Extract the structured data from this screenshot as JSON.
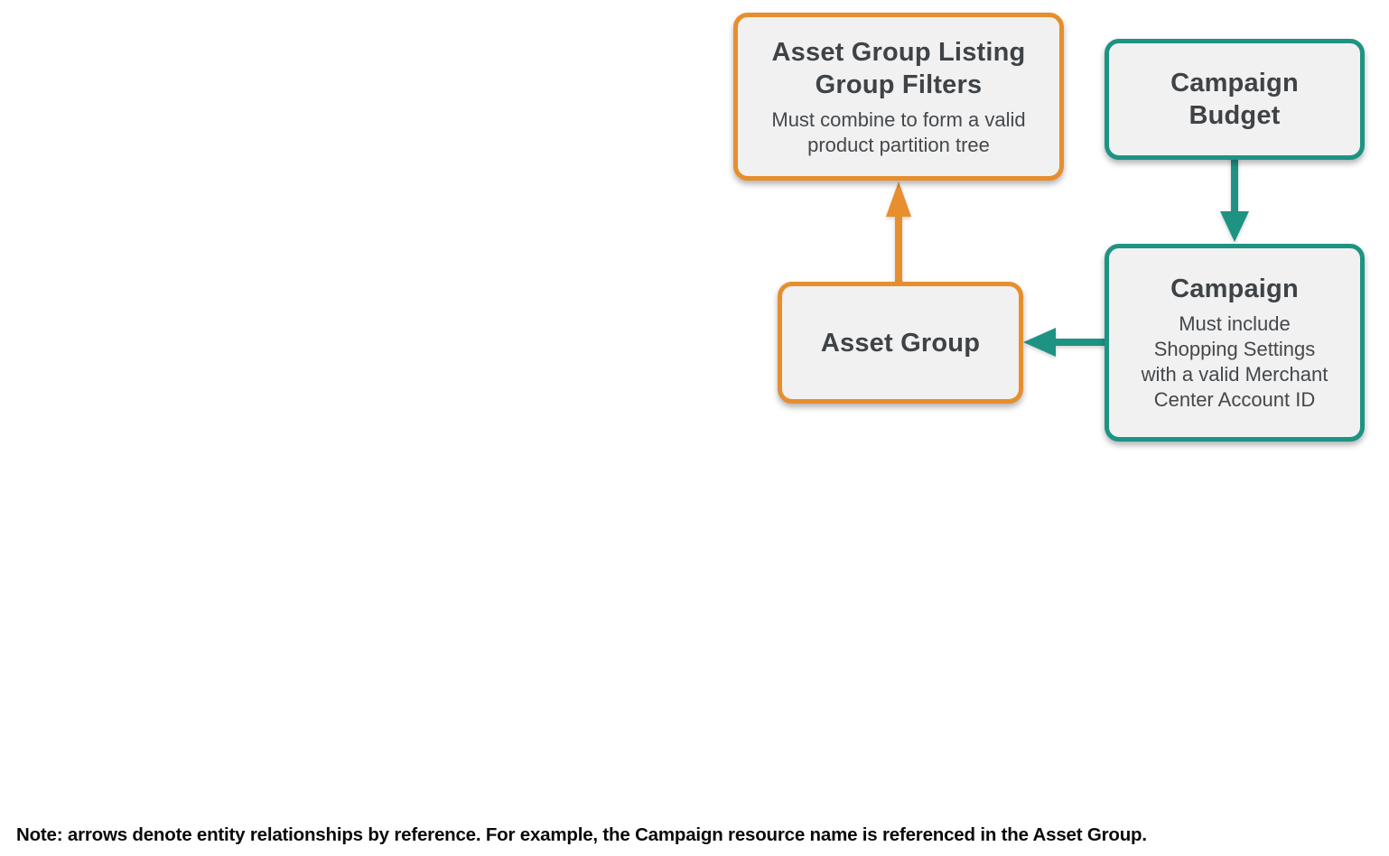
{
  "colors": {
    "orange": "#E78E2E",
    "teal": "#1E9384",
    "box_fill": "#F1F1F1",
    "title_text": "#3E4347",
    "subtitle_text": "#44484C",
    "note_text": "#0A0A0A"
  },
  "diagram": {
    "boxes": {
      "listing_filters": {
        "title": "Asset Group Listing\nGroup Filters",
        "subtitle": "Must combine to form a valid\nproduct partition tree",
        "accent": "orange"
      },
      "campaign_budget": {
        "title": "Campaign\nBudget",
        "accent": "teal"
      },
      "campaign": {
        "title": "Campaign",
        "subtitle": "Must include\nShopping Settings\nwith a valid Merchant\nCenter Account ID",
        "accent": "teal"
      },
      "asset_group": {
        "title": "Asset Group",
        "accent": "orange"
      }
    },
    "relationships": [
      {
        "from": "Asset Group",
        "to": "Asset Group Listing Group Filters",
        "color": "orange",
        "direction": "up"
      },
      {
        "from": "Campaign Budget",
        "to": "Campaign",
        "color": "teal",
        "direction": "down"
      },
      {
        "from": "Campaign",
        "to": "Asset Group",
        "color": "teal",
        "direction": "left"
      }
    ]
  },
  "note": {
    "text": "Note: arrows denote entity relationships by reference. For example, the Campaign resource name is referenced in the Asset Group."
  }
}
